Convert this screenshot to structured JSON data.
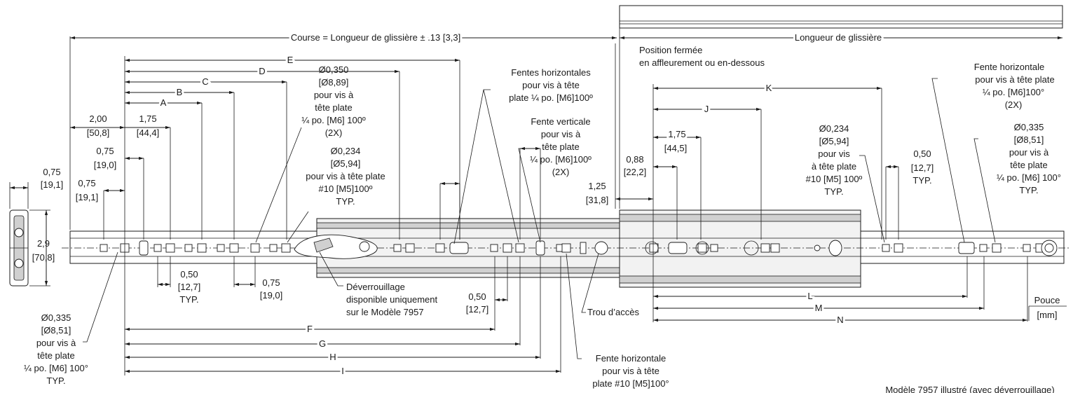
{
  "labels": {
    "course": "Course = Longueur de glissière ± .13 [3,3]",
    "longueur": "Longueur de glissière",
    "position_l1": "Position fermée",
    "position_l2": "en affleurement ou en-dessous",
    "letters": [
      "A",
      "B",
      "C",
      "D",
      "E",
      "F",
      "G",
      "H",
      "I",
      "J",
      "K",
      "L",
      "M",
      "N"
    ],
    "dim_200": [
      "2,00",
      "[50,8]"
    ],
    "dim_175a": [
      "1,75",
      "[44,4]"
    ],
    "dim_075a": [
      "0,75",
      "[19,0]"
    ],
    "dim_075b": [
      "0,75",
      "[19,1]"
    ],
    "dim_075c": [
      "0,75",
      "[19,1]"
    ],
    "dim_29": [
      "2,9",
      "[70,8]"
    ],
    "dim_050a": [
      "0,50",
      "[12,7]",
      "TYP."
    ],
    "dim_075d": [
      "0,75",
      "[19,0]"
    ],
    "dim_050b": [
      "0,50",
      "[12,7]"
    ],
    "dim_088": [
      "0,88",
      "[22,2]"
    ],
    "dim_125": [
      "1,25",
      "[31,8]"
    ],
    "dim_175b": [
      "1,75",
      "[44,5]"
    ],
    "dim_050c": [
      "0,50",
      "[12,7]",
      "TYP."
    ],
    "note_hole350": [
      "Ø0,350",
      "[Ø8,89]",
      "pour vis à",
      "tête plate",
      "¼ po. [M6] 100º",
      "(2X)"
    ],
    "note_hole234a": [
      "Ø0,234",
      "[Ø5,94]",
      "pour vis à tête plate",
      "#10 [M5]100º",
      "TYP."
    ],
    "note_fentes_h": [
      "Fentes horizontales",
      "pour vis à tête",
      "plate ¼ po. [M6]100º"
    ],
    "note_fente_v": [
      "Fente verticale",
      "pour vis à",
      "tête plate",
      "¼ po. [M6]100º",
      "(2X)"
    ],
    "note_hole234b": [
      "Ø0,234",
      "[Ø5,94]",
      "pour vis",
      "à tête plate",
      "#10 [M5] 100º",
      "TYP."
    ],
    "note_fente_h_r": [
      "Fente horizontale",
      "pour vis à tête plate",
      "¼ po. [M6]100°",
      "(2X)"
    ],
    "note_hole335r": [
      "Ø0,335",
      "[Ø8,51]",
      "pour vis à",
      "tête plate",
      "¼ po. [M6] 100°",
      "TYP."
    ],
    "note_hole335l": [
      "Ø0,335",
      "[Ø8,51]",
      "pour vis à",
      "tête plate",
      "¼ po. [M6] 100°",
      "TYP."
    ],
    "note_deverr": [
      "Déverrouillage",
      "disponible uniquement",
      "sur le Modèle 7957"
    ],
    "note_trou": "Trou d’accès",
    "note_fente_h_b": [
      "Fente horizontale",
      "pour vis à tête",
      "plate #10 [M5]100°"
    ],
    "units_top": "Pouce",
    "units_bottom": "[mm]",
    "footer": "Modèle 7957 illustré (avec déverrouillage)"
  }
}
